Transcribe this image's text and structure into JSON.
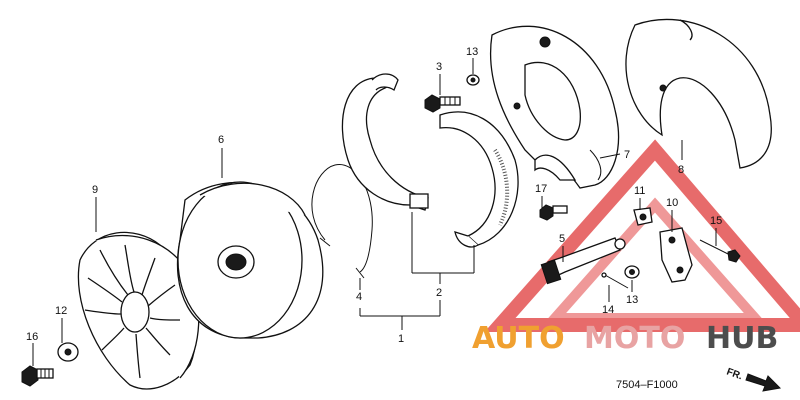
{
  "diagram": {
    "part_numbers": [
      "1",
      "2",
      "3",
      "4",
      "5",
      "6",
      "7",
      "8",
      "9",
      "10",
      "11",
      "12",
      "13",
      "13",
      "14",
      "15",
      "16",
      "17"
    ],
    "labels": {
      "p1": "1",
      "p2": "2",
      "p3": "3",
      "p4": "4",
      "p5": "5",
      "p6": "6",
      "p7": "7",
      "p8": "8",
      "p9": "9",
      "p10": "10",
      "p11": "11",
      "p12": "12",
      "p13a": "13",
      "p13b": "13",
      "p14": "14",
      "p15": "15",
      "p16": "16",
      "p17": "17"
    },
    "diagram_code": "7504–F1000",
    "direction_label": "FR.",
    "watermark": {
      "part1": "AUTO",
      "part2": "MOTO",
      "part3": "HUB",
      "colors": {
        "auto": "#f0a030",
        "moto": "#e8a3a3",
        "hub": "#4d4d4d",
        "triangle": "#e03a3a"
      }
    }
  }
}
